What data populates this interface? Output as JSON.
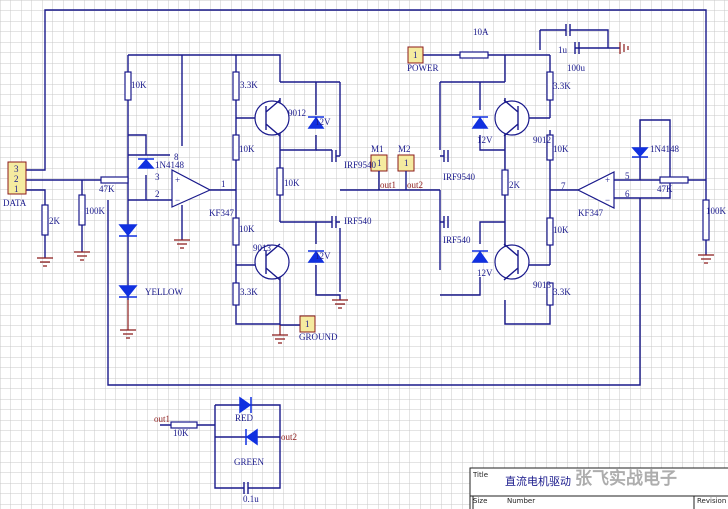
{
  "title_block": {
    "title_label": "Title",
    "title": "直流电机驱动",
    "size_label": "Size",
    "number_label": "Number",
    "revision_label": "Revision"
  },
  "watermark": "张飞实战电子",
  "connectors": {
    "data": {
      "name": "DATA",
      "pins": [
        "3",
        "2",
        "1"
      ]
    },
    "power": {
      "name": "POWER",
      "pin": "1"
    },
    "ground": {
      "name": "GROUND",
      "pin": "1"
    },
    "m1": {
      "name": "M1",
      "pin": "1",
      "net": "out1"
    },
    "m2": {
      "name": "M2",
      "pin": "1",
      "net": "out2"
    }
  },
  "left": {
    "r_top": "10K",
    "r_33k_top": "3.3K",
    "q_top": "9012",
    "z_top": "12V",
    "r_10k_a": "10K",
    "mos_top": "IRF9540",
    "r_mid": "10K",
    "diode": "1N4148",
    "pin3": "3",
    "pin2": "2",
    "pin1": "1",
    "pin8": "8",
    "pot": "47K",
    "r100k": "100K",
    "r2k": "2K",
    "opamp": "KF347",
    "mos_bot": "IRF540",
    "r_10k_b": "10K",
    "q_bot": "9013",
    "z_bot": "12V",
    "led": "YELLOW",
    "r_33k_bot": "3.3K"
  },
  "right": {
    "fuse": "10A",
    "c1": "1u",
    "c2": "100u",
    "r_33k_top": "3.3K",
    "z_top": "12V",
    "q_top": "9012",
    "r_10k_a": "10K",
    "diode": "1N4148",
    "mos_top": "IRF9540",
    "r_mid": "2K",
    "pin7": "7",
    "pin5": "5",
    "pin6": "6",
    "pot": "47K",
    "r100k": "100K",
    "opamp": "KF347",
    "mos_bot": "IRF540",
    "z_bot": "12V",
    "r_10k_b": "10K",
    "q_bot": "9013",
    "r_33k_bot": "3.3K"
  },
  "indicator": {
    "in_net": "out1",
    "r": "10K",
    "led_red": "RED",
    "out_net": "out2",
    "led_green": "GREEN",
    "cap": "0.1u"
  }
}
